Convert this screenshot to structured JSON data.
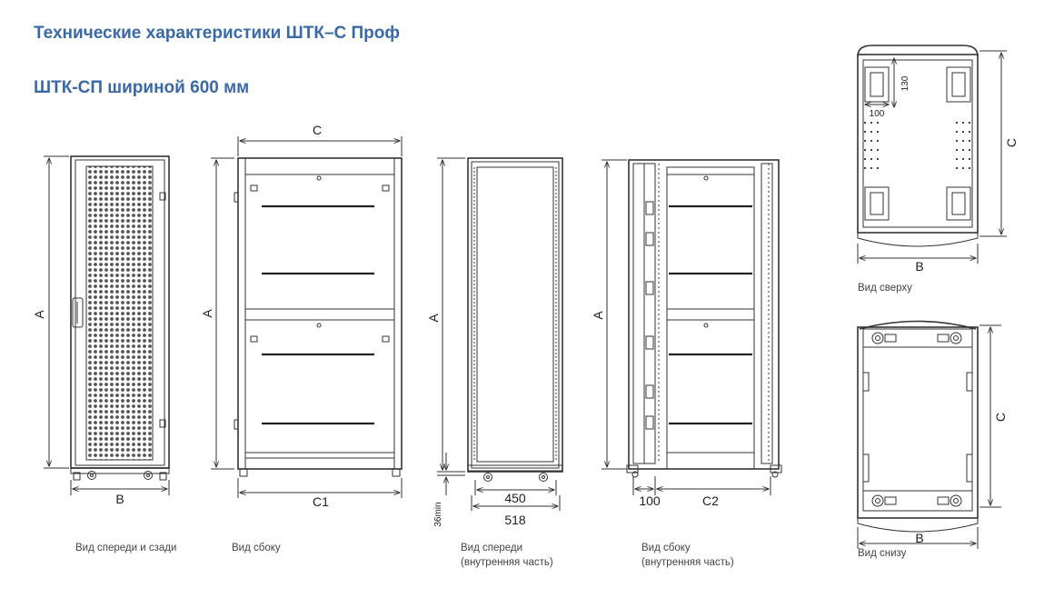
{
  "page": {
    "title": "Технические характеристики ШТК–С Проф",
    "subtitle": "ШТК-СП шириной 600 мм"
  },
  "views": {
    "front": {
      "caption": "Вид спереди и сзади",
      "dim_height": "A",
      "dim_width": "B"
    },
    "side": {
      "caption": "Вид сбоку",
      "dim_height": "A",
      "dim_top": "C",
      "dim_bottom": "C1"
    },
    "front_inner": {
      "caption_line1": "Вид спереди",
      "caption_line2": "(внутренняя часть)",
      "dim_height": "A",
      "dim_450": "450",
      "dim_518": "518",
      "dim_36": "36min"
    },
    "side_inner": {
      "caption_line1": "Вид сбоку",
      "caption_line2": "(внутренняя часть)",
      "dim_height": "A",
      "dim_100": "100",
      "dim_c2": "C2"
    },
    "top": {
      "caption": "Вид сверху",
      "dim_depth": "C",
      "dim_width": "B",
      "dim_130": "130",
      "dim_100": "100"
    },
    "bottom": {
      "caption": "Вид снизу",
      "dim_depth": "C",
      "dim_width": "B"
    }
  },
  "colors": {
    "title": "#3a6aa6",
    "line": "#333333",
    "caption": "#444444"
  }
}
